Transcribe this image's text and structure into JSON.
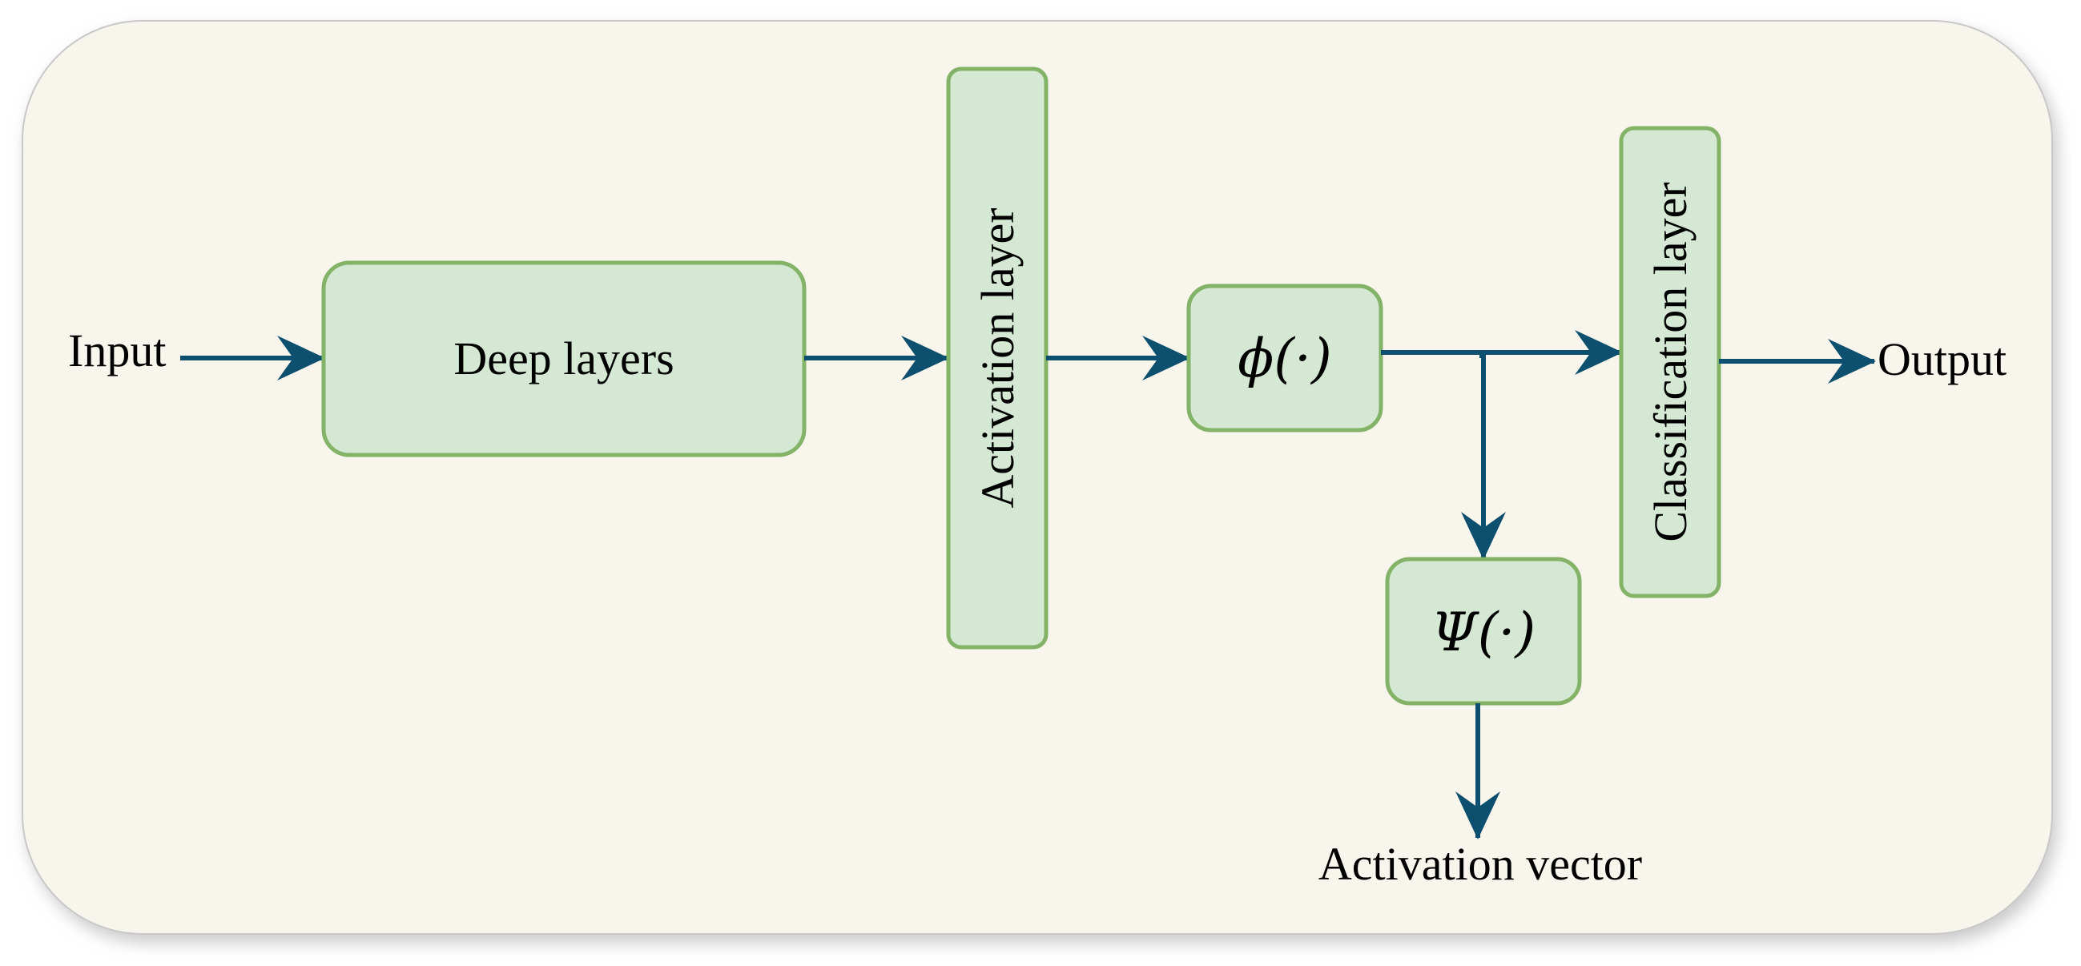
{
  "diagram": {
    "input_label": "Input",
    "output_label": "Output",
    "activation_vector_label": "Activation vector",
    "nodes": {
      "deep_layers": "Deep layers",
      "activation_layer": "Activation layer",
      "phi": "ϕ(·)",
      "psi": "Ψ(·)",
      "classification_layer": "Classification layer"
    }
  },
  "colors": {
    "panel_fill": "#f8f5ed",
    "panel_shadow": "#bdbdbd",
    "node_fill": "#d5e8d4",
    "node_stroke": "#82b366",
    "arrow": "#0d4f6e"
  }
}
